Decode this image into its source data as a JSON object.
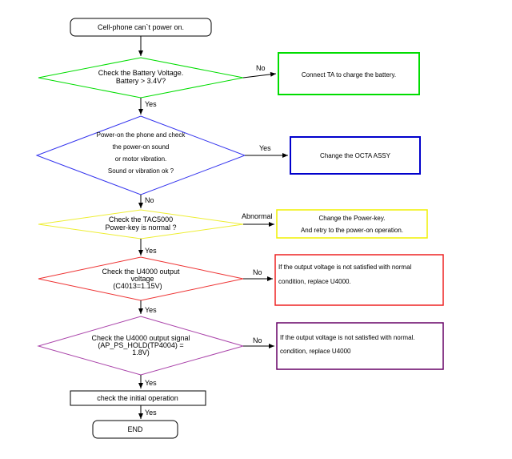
{
  "nodes": {
    "start": "Cell-phone can`t power on.",
    "battery_check": [
      "Check the Battery Voltage.",
      "Battery > 3.4V?"
    ],
    "connect_ta": "Connect TA to charge the battery.",
    "power_on_check": [
      "Power-on the phone and check",
      "the power-on sound",
      "or motor vibration.",
      "Sound or vibration ok ?"
    ],
    "change_octa": "Change the OCTA ASSY",
    "tac_check": [
      "Check the TAC5000",
      "Power-key is normal ?"
    ],
    "change_power_key": [
      "Change the Power-key.",
      "And retry to the power-on operation."
    ],
    "u4000_voltage_check": [
      "Check the U4000 output",
      "voltage",
      "(C4013=1.15V)"
    ],
    "replace_u4000_a": [
      "If the output voltage is not satisfied with normal",
      "condition, replace U4000."
    ],
    "u4000_signal_check": [
      "Check the U4000 output signal",
      "(AP_PS_HOLD(TP4004) =",
      "1.8V)"
    ],
    "replace_u4000_b": [
      "If the output voltage is not satisfied with normal.",
      "condition, replace U4000"
    ],
    "initial_operation": "check the initial operation",
    "end": "END"
  },
  "edge_labels": {
    "battery_no": "No",
    "battery_yes": "Yes",
    "power_yes": "Yes",
    "power_no": "No",
    "tac_abnormal": "Abnormal",
    "tac_yes": "Yes",
    "voltage_no": "No",
    "voltage_yes": "Yes",
    "signal_no": "No",
    "signal_yes": "Yes",
    "initial_yes": "Yes"
  },
  "colors": {
    "green": "#00dd00",
    "blue": "#0000cc",
    "yellow": "#f0f000",
    "red": "#ee2222",
    "purple": "#660066",
    "line": "#000000"
  }
}
